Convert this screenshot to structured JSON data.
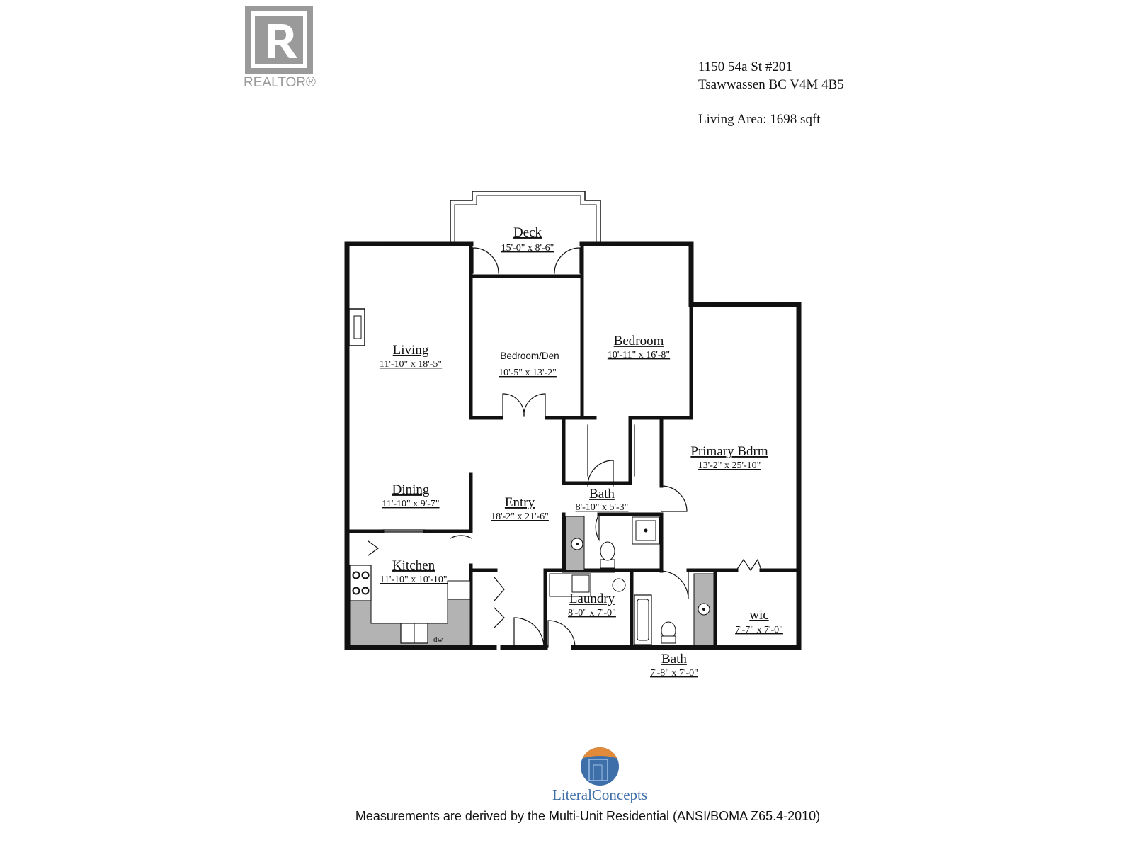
{
  "brand": {
    "logo_wordmark": "REALTOR®",
    "footer_brand": "LiteralConcepts"
  },
  "address": {
    "line1": "1150 54a St #201",
    "line2": "Tsawwassen BC V4M 4B5",
    "living_area": "Living Area: 1698 sqft"
  },
  "rooms": {
    "deck": {
      "name": "Deck",
      "dims": "15'-0\" x 8'-6\""
    },
    "living": {
      "name": "Living",
      "dims": "11'-10\" x 18'-5\""
    },
    "den": {
      "name": "Bedroom/Den",
      "dims": "10'-5\" x 13'-2\""
    },
    "bedroom": {
      "name": "Bedroom",
      "dims": "10'-11\" x 16'-8\""
    },
    "primary": {
      "name": "Primary Bdrm",
      "dims": "13'-2\" x 25'-10\""
    },
    "dining": {
      "name": "Dining",
      "dims": "11'-10\" x 9'-7\""
    },
    "entry": {
      "name": "Entry",
      "dims": "18'-2\" x 21'-6\""
    },
    "bath1": {
      "name": "Bath",
      "dims": "8'-10\" x 5'-3\""
    },
    "kitchen": {
      "name": "Kitchen",
      "dims": "11'-10\" x 10'-10\""
    },
    "laundry": {
      "name": "Laundry",
      "dims": "8'-0\" x 7'-0\""
    },
    "wic": {
      "name": "wic",
      "dims": "7'-7\" x 7'-0\""
    },
    "bath2": {
      "name": "Bath",
      "dims": "7'-8\" x 7'-0\""
    }
  },
  "fixtures": {
    "dishwasher_label": "dw"
  },
  "footer": {
    "disclaimer": "Measurements are derived by the Multi-Unit Residential (ANSI/BOMA Z65.4-2010)"
  },
  "colors": {
    "wall": "#111111",
    "counter": "#b3b3b3",
    "logo_gray": "#9a9a9a",
    "brand_blue": "#3f6fa8",
    "brand_orange": "#e08a3a"
  }
}
